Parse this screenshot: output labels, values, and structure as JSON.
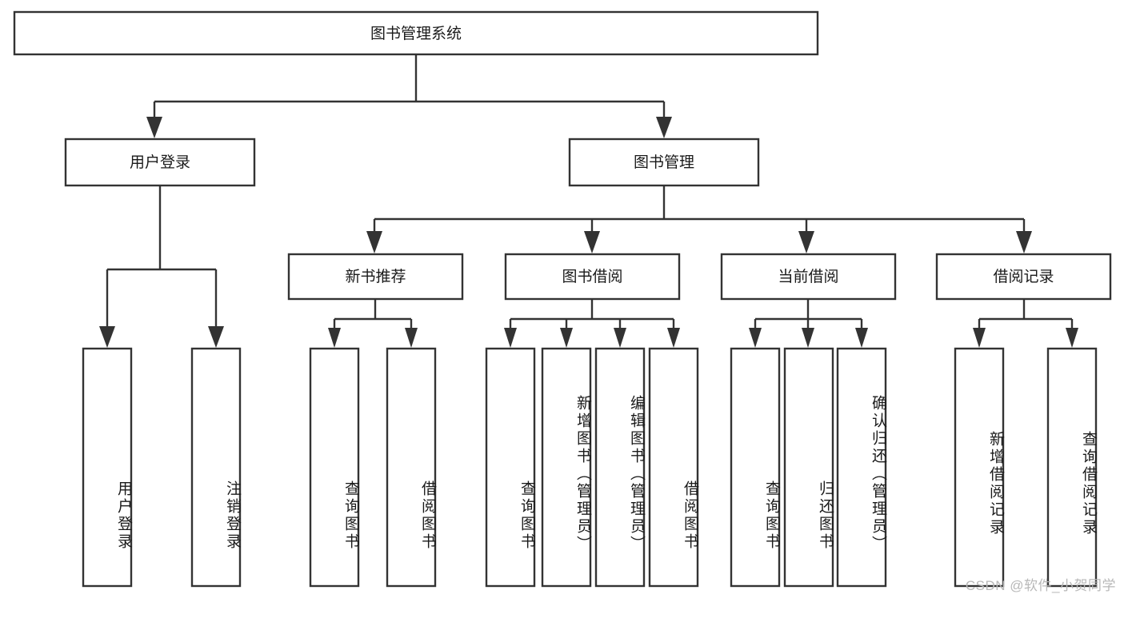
{
  "diagram": {
    "type": "tree",
    "title": "图书管理系统",
    "root": {
      "label": "图书管理系统"
    },
    "level2": [
      {
        "label": "用户登录"
      },
      {
        "label": "图书管理"
      }
    ],
    "level3": [
      {
        "label": "新书推荐"
      },
      {
        "label": "图书借阅"
      },
      {
        "label": "当前借阅"
      },
      {
        "label": "借阅记录"
      }
    ],
    "leaves": {
      "user_login": [
        {
          "label": "用户登录"
        },
        {
          "label": "注销登录"
        }
      ],
      "new_book_recommend": [
        {
          "label": "查询图书"
        },
        {
          "label": "借阅图书"
        }
      ],
      "book_borrow": [
        {
          "label": "查询图书"
        },
        {
          "label": "新增图书（管理员）"
        },
        {
          "label": "编辑图书（管理员）"
        },
        {
          "label": "借阅图书"
        }
      ],
      "current_borrow": [
        {
          "label": "查询图书"
        },
        {
          "label": "归还图书"
        },
        {
          "label": "确认归还（管理员）"
        }
      ],
      "borrow_record": [
        {
          "label": "新增借阅记录"
        },
        {
          "label": "查询借阅记录"
        }
      ]
    },
    "watermark": "CSDN @软件_小贺同学",
    "colors": {
      "stroke": "#333333",
      "fill": "#ffffff",
      "text": "#1a1a1a",
      "watermark": "#b8b8b8"
    }
  }
}
